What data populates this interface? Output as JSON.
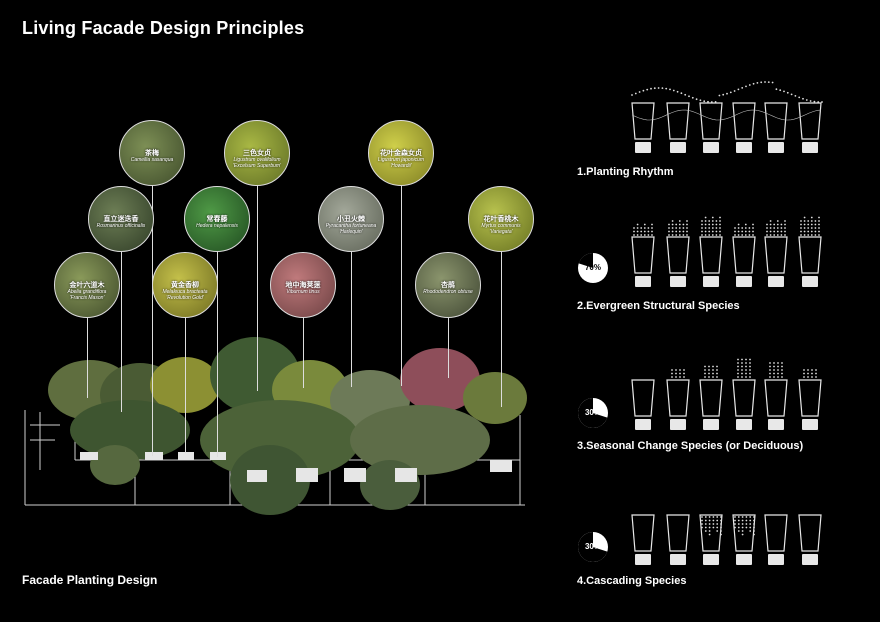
{
  "title": "Living Facade Design Principles",
  "caption": "Facade Planting Design",
  "plants": [
    {
      "cn": "茶梅",
      "latin": "Camellia sasanqua",
      "color": "#5c6e3a"
    },
    {
      "cn": "三色女贞",
      "latin": "Ligustrum ovalifolium 'Excelsum Superbum'",
      "color": "#8a9a34"
    },
    {
      "cn": "花叶金森女贞",
      "latin": "Ligustrum japonicum 'Howardii'",
      "color": "#b4b33a"
    },
    {
      "cn": "直立迷迭香",
      "latin": "Rosmarinus officinalis",
      "color": "#4c5e3c"
    },
    {
      "cn": "常春藤",
      "latin": "Hedera nepalensis",
      "color": "#2e6b2e"
    },
    {
      "cn": "小丑火棘",
      "latin": "Pyracantha fortuneana 'Harlequin'",
      "color": "#8a9080"
    },
    {
      "cn": "花叶香桃木",
      "latin": "Myrtus communis 'Variegata'",
      "color": "#9aa23c"
    },
    {
      "cn": "金叶六道木",
      "latin": "Abelia grandiflora 'Francis Mason'",
      "color": "#6f7d44"
    },
    {
      "cn": "黄金香柳",
      "latin": "Melaleuca bracteata 'Revolution Gold'",
      "color": "#a2a031"
    },
    {
      "cn": "地中海荚蒾",
      "latin": "Viburnum tinus",
      "color": "#9c5a5e"
    },
    {
      "cn": "杏鹃",
      "latin": "Rhododendron obtuse",
      "color": "#6b7552"
    }
  ],
  "panels": [
    {
      "label": "1.Planting Rhythm",
      "percent": ""
    },
    {
      "label": "2.Evergreen Structural Species",
      "percent": "70%",
      "fraction": 0.7
    },
    {
      "label": "3.Seasonal Change Species (or Deciduous)",
      "percent": "30%",
      "fraction": 0.3
    },
    {
      "label": "4.Cascading Species",
      "percent": "30%",
      "fraction": 0.3
    }
  ]
}
